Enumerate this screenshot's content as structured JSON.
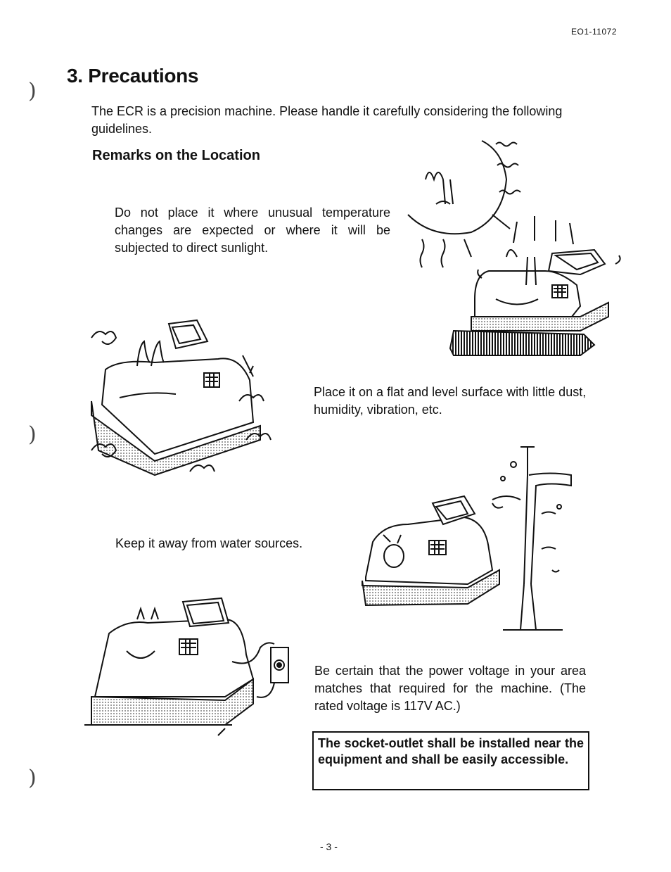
{
  "header": {
    "doc_code": "EO1-11072"
  },
  "section": {
    "title": "3. Precautions",
    "intro": "The ECR is a precision machine.  Please handle it carefully considering the following guidelines.",
    "subheading": "Remarks on the Location"
  },
  "guidelines": {
    "temperature": "Do not place it where unusual temperature changes are expected or where it will be subjected to direct sunlight.",
    "surface": "Place it on a flat and level surface with little dust, humidity, vibration, etc.",
    "water": "Keep it away from water sources.",
    "voltage": "Be certain that the power voltage in your area matches that required for the machine. (The rated voltage is 117V AC.)"
  },
  "notice": {
    "text": "The socket-outlet shall be installed near the equipment and shall be easily accessible."
  },
  "footer": {
    "page_number": "- 3 -"
  },
  "colors": {
    "ink": "#111111",
    "paper": "#ffffff",
    "shade": "#b9b9b9"
  },
  "icons": [
    "sun-icon",
    "register-sunlight-illustration",
    "register-vibration-illustration",
    "register-water-illustration",
    "register-power-illustration"
  ]
}
